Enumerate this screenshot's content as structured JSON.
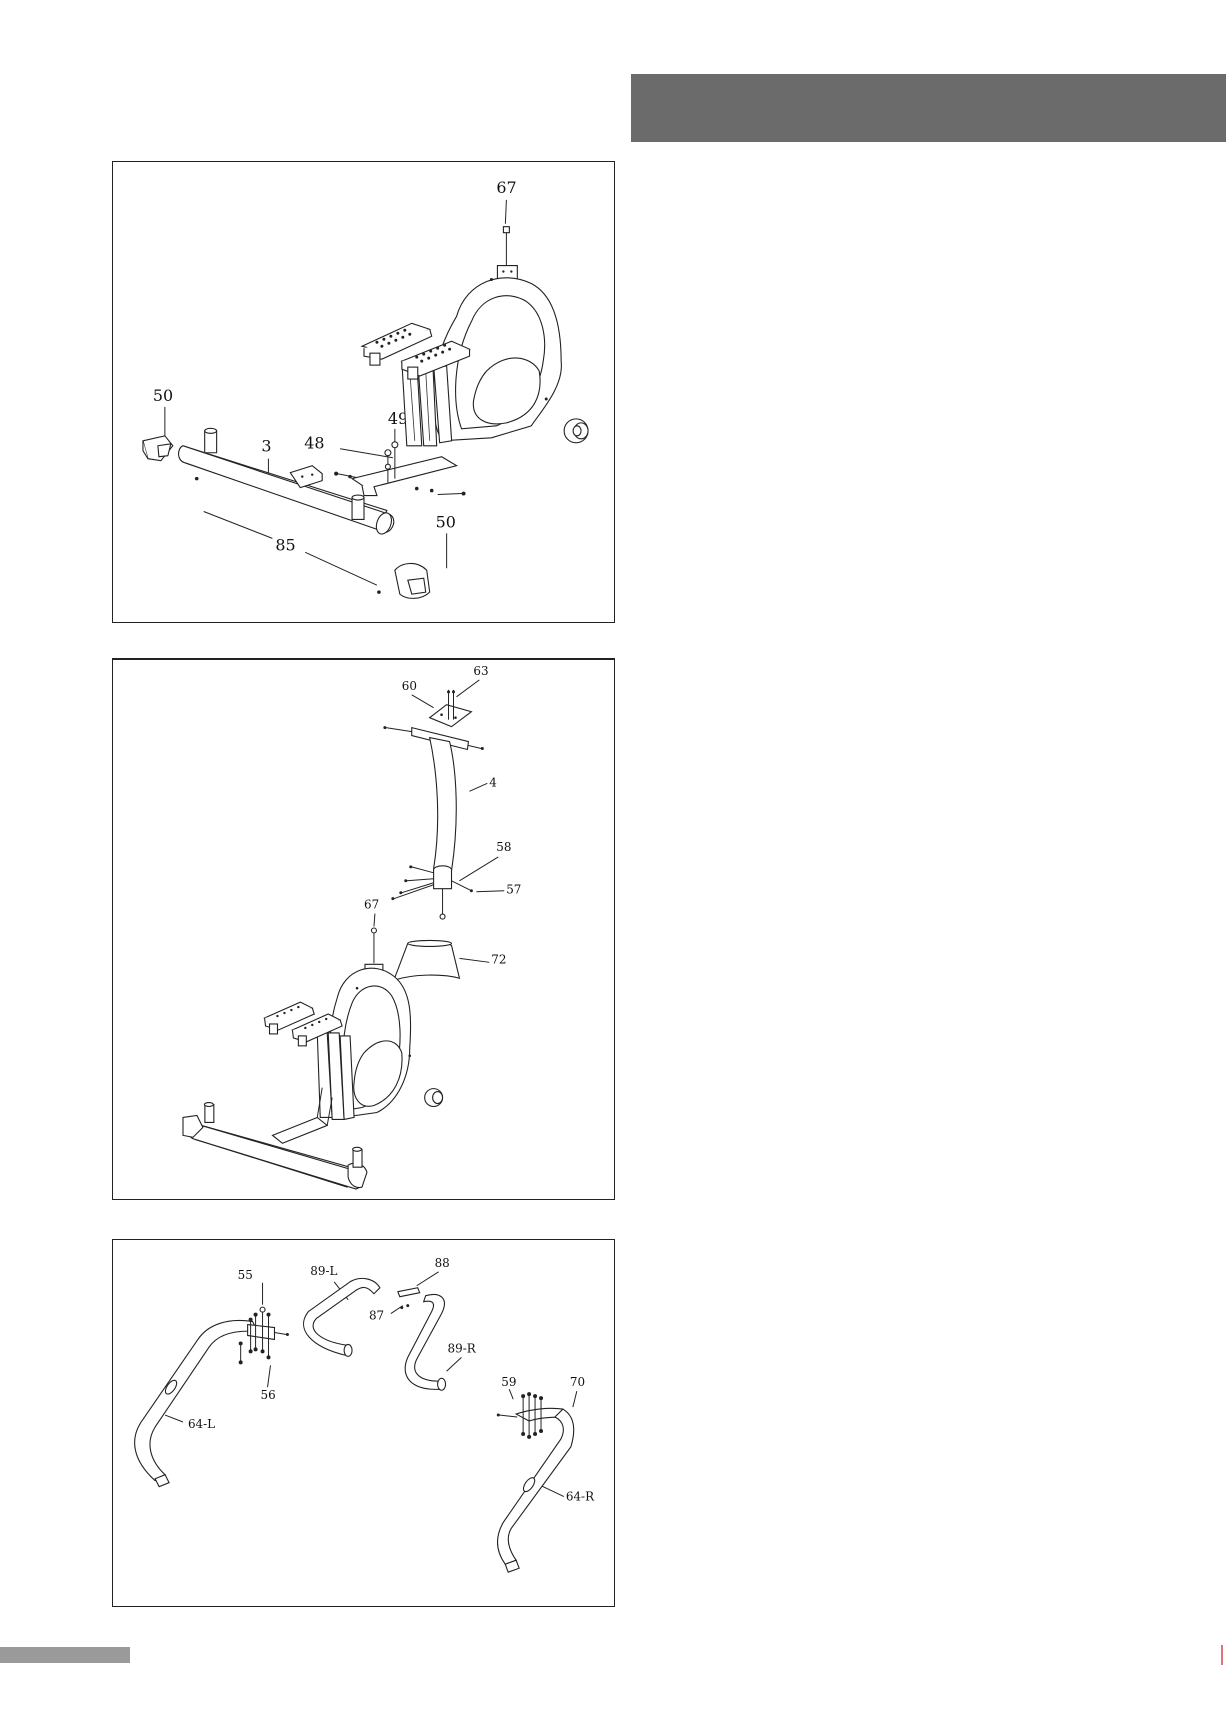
{
  "diagrams": [
    {
      "labels": [
        "67",
        "50",
        "49",
        "48",
        "3",
        "50",
        "85"
      ]
    },
    {
      "labels": [
        "60",
        "63",
        "4",
        "58",
        "57",
        "67",
        "72"
      ]
    },
    {
      "labels": [
        "55",
        "89-L",
        "88",
        "87",
        "89-R",
        "56",
        "64-L",
        "59",
        "70",
        "64-R"
      ]
    }
  ]
}
